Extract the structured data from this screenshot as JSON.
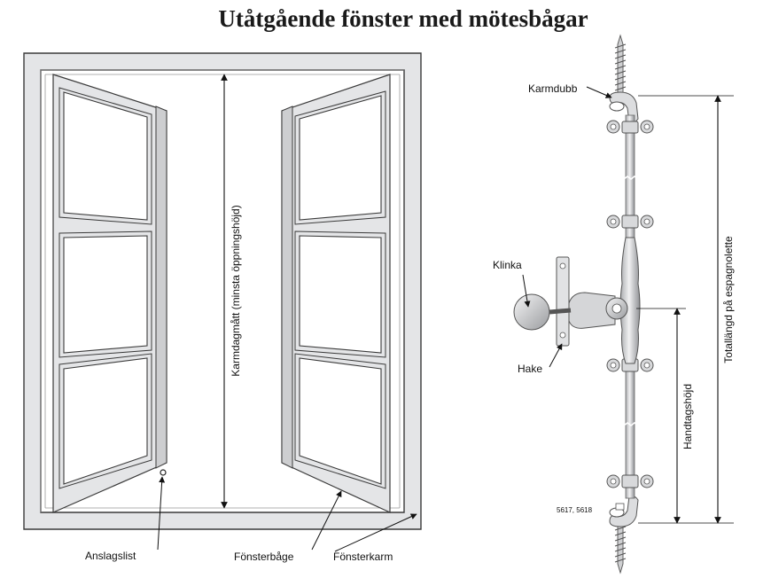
{
  "title": "Utåtgående fönster med mötesbågar",
  "window": {
    "label_opening_height": "Karmdagmått (minsta öppningshöjd)",
    "label_stop_strip": "Anslagslist",
    "label_sash": "Fönsterbåge",
    "label_frame": "Fönsterkarm"
  },
  "espagnolette": {
    "label_frame_pin": "Karmdubb",
    "label_latch": "Klinka",
    "label_hook": "Hake",
    "label_handle_height": "Handtagshöjd",
    "label_total_length": "Totallängd på espagnolette",
    "label_article_numbers": "5617, 5618"
  },
  "colors": {
    "frame_fill": "#e4e5e7",
    "frame_stroke": "#3a3a3a",
    "glass": "#ffffff",
    "metal": "#cfd0d2",
    "metal_dark": "#8d8f92"
  }
}
